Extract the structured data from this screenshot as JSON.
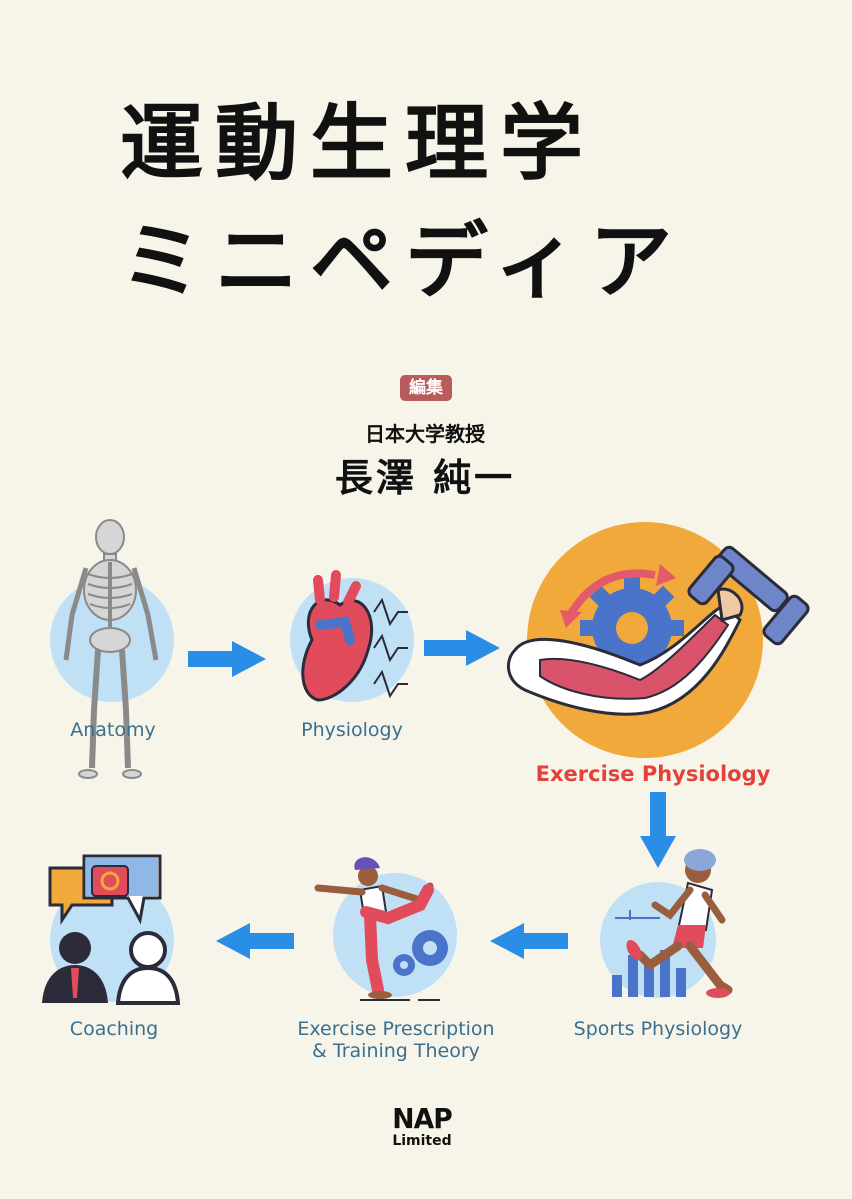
{
  "cover": {
    "title_line1": "運動生理学",
    "title_line2": "ミニペディア",
    "editor_badge": "編集",
    "affiliation": "日本大学教授",
    "author": "長澤 純一",
    "publisher": {
      "name": "NAP",
      "suffix": "Limited"
    }
  },
  "diagram": {
    "nodes": [
      {
        "label": "Anatomy",
        "icon": "skeleton-icon"
      },
      {
        "label": "Physiology",
        "icon": "heart-icon"
      },
      {
        "label": "Exercise Physiology",
        "icon": "arm-dumbbell-icon"
      },
      {
        "label": "Sports Physiology",
        "icon": "runner-icon"
      },
      {
        "label_line1": "Exercise Prescription",
        "label_line2": "& Training Theory",
        "icon": "yoga-gears-icon"
      },
      {
        "label": "Coaching",
        "icon": "coaching-icon"
      }
    ],
    "flow_arrows": [
      "right",
      "right",
      "down",
      "left",
      "left"
    ]
  },
  "colors": {
    "background": "#f7f5ea",
    "circle_light_blue": "#bfe0f5",
    "circle_orange": "#f2a93b",
    "arrow_blue": "#2a8ee6",
    "highlight_red": "#e3413a",
    "label_blue": "#3a6f8f",
    "editor_badge": "#b85b5b"
  }
}
